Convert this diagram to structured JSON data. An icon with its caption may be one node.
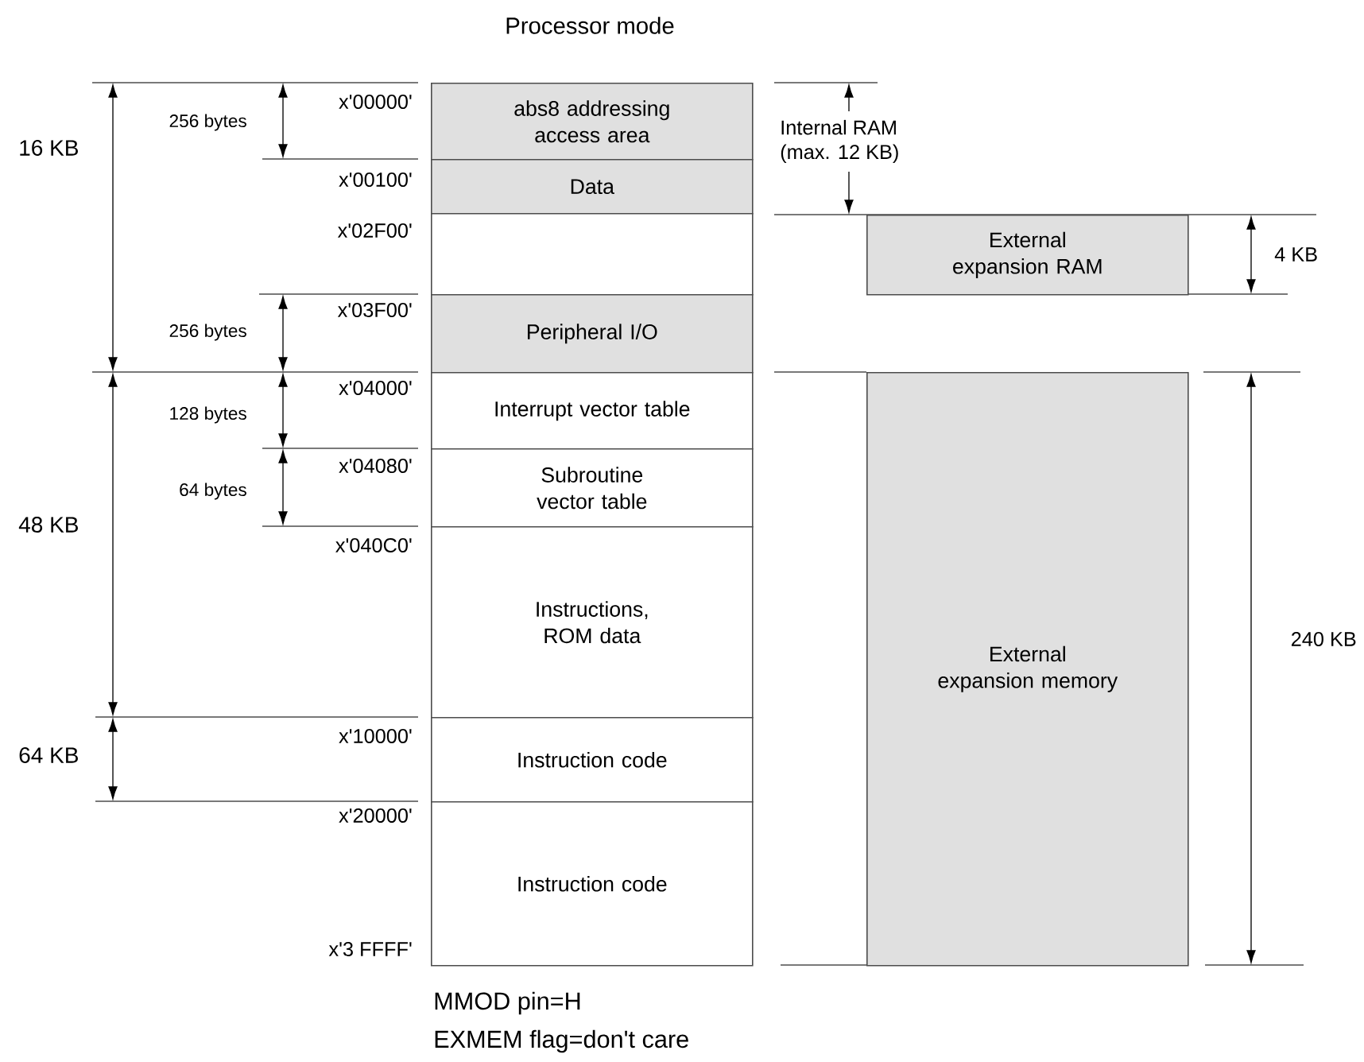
{
  "diagram": {
    "title": "Processor mode",
    "nodes": [
      {
        "text": [
          "abs8 addressing access area"
        ]
      },
      {
        "text": [
          "Data"
        ]
      },
      {
        "text": [],
        "shape": "box"
      },
      {
        "text": [
          "Peripheral I/O"
        ]
      },
      {
        "text": [
          "Interrupt vector table"
        ]
      },
      {
        "text": [
          "Subroutine vector table"
        ]
      },
      {
        "text": [
          "Instructions, ROM data"
        ]
      },
      {
        "text": [
          "Instruction code"
        ]
      },
      {
        "text": [
          "Instruction code"
        ]
      },
      {
        "text": [
          "External expansion RAM"
        ]
      },
      {
        "text": [
          "External expansion memory"
        ]
      }
    ],
    "labels": [
      "256 bytes",
      "x'00000'",
      "Internal RAM (max. 12 KB)",
      "x'00100'",
      "16 KB",
      "x'02F00'",
      "4 KB",
      "x'03F00'",
      "256 bytes",
      "x'04000'",
      "128 bytes",
      "x'04080'",
      "64 bytes",
      "48 KB",
      "x'040C0'",
      "240 KB",
      "x'10000'",
      "64 KB",
      "x'20000'",
      "x'3 FFFF'",
      "MMOD pin=H",
      "EXMEM flag=don't care"
    ]
  }
}
